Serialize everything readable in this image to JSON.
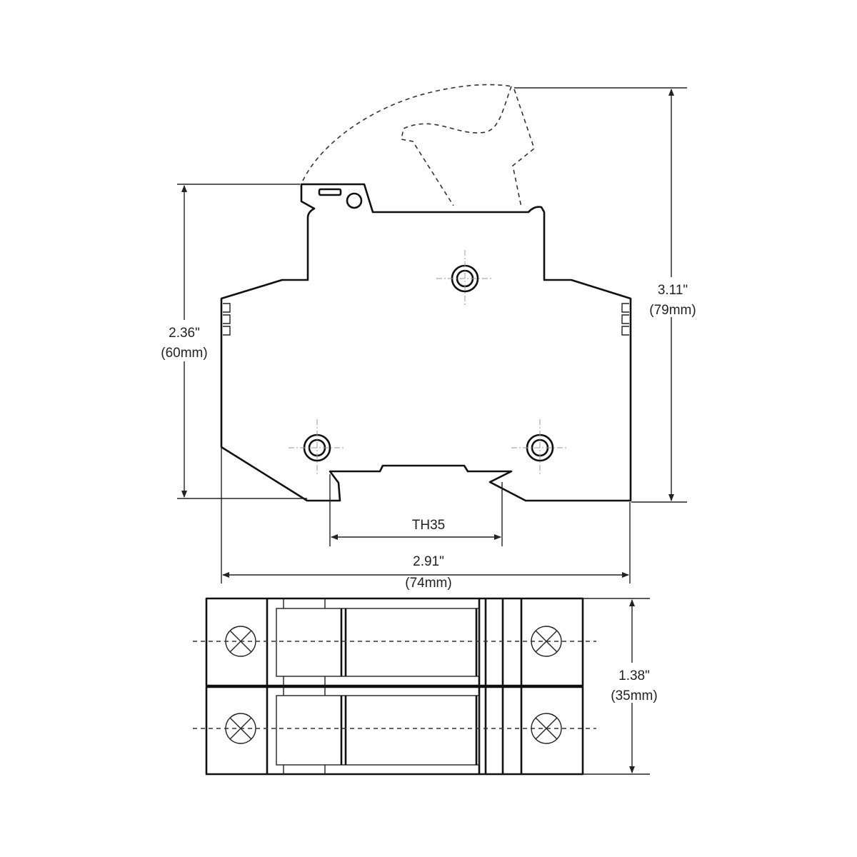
{
  "dimensions": {
    "height_total": {
      "inch": "3.11\"",
      "mm": "(79mm)"
    },
    "height_body": {
      "inch": "2.36\"",
      "mm": "(60mm)"
    },
    "rail": {
      "label": "TH35"
    },
    "width": {
      "inch": "2.91\"",
      "mm": "(74mm)"
    },
    "depth_pitch": {
      "inch": "1.38\"",
      "mm": "(35mm)"
    }
  },
  "colors": {
    "line": "#111111",
    "background": "#ffffff"
  }
}
